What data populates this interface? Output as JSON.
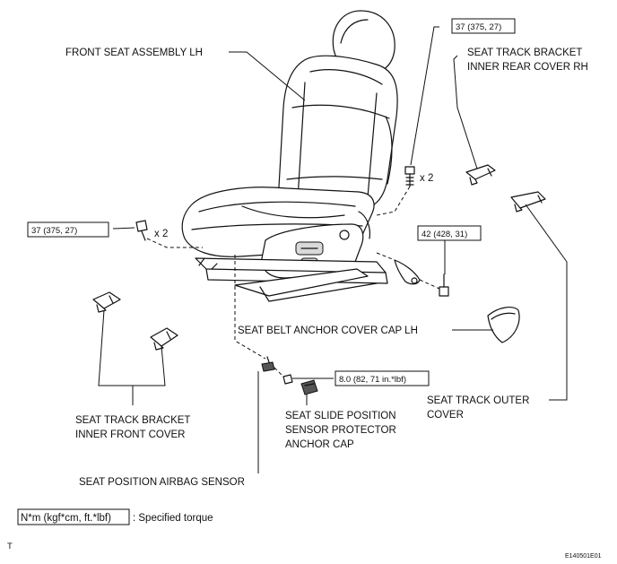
{
  "labels": {
    "front_seat_assembly": "FRONT SEAT ASSEMBLY LH",
    "rear_cover_line1": "SEAT TRACK BRACKET",
    "rear_cover_line2": "INNER REAR COVER RH",
    "belt_cap": "SEAT BELT ANCHOR COVER CAP LH",
    "outer_cover_line1": "SEAT TRACK OUTER",
    "outer_cover_line2": "COVER",
    "front_cover_line1": "SEAT TRACK BRACKET",
    "front_cover_line2": "INNER FRONT COVER",
    "slide_sensor_line1": "SEAT SLIDE POSITION",
    "slide_sensor_line2": "SENSOR PROTECTOR",
    "slide_sensor_line3": "ANCHOR CAP",
    "airbag_sensor": "SEAT POSITION AIRBAG SENSOR"
  },
  "torques": {
    "top_right": "37 (375, 27)",
    "left": "37 (375, 27)",
    "middle_right": "42 (428, 31)",
    "sensor": "8.0 (82, 71 in.*lbf)"
  },
  "multipliers": {
    "top": "x 2",
    "left": "x 2"
  },
  "legend": {
    "unit_box": "N*m (kgf*cm, ft.*lbf)",
    "description": ": Specified torque"
  },
  "footer": {
    "corner_mark": "T",
    "figure_id": "E140501E01"
  },
  "icons": [
    "bolt-icon",
    "nut-icon",
    "seat-icon",
    "cover-icon",
    "cap-icon",
    "sensor-icon"
  ]
}
